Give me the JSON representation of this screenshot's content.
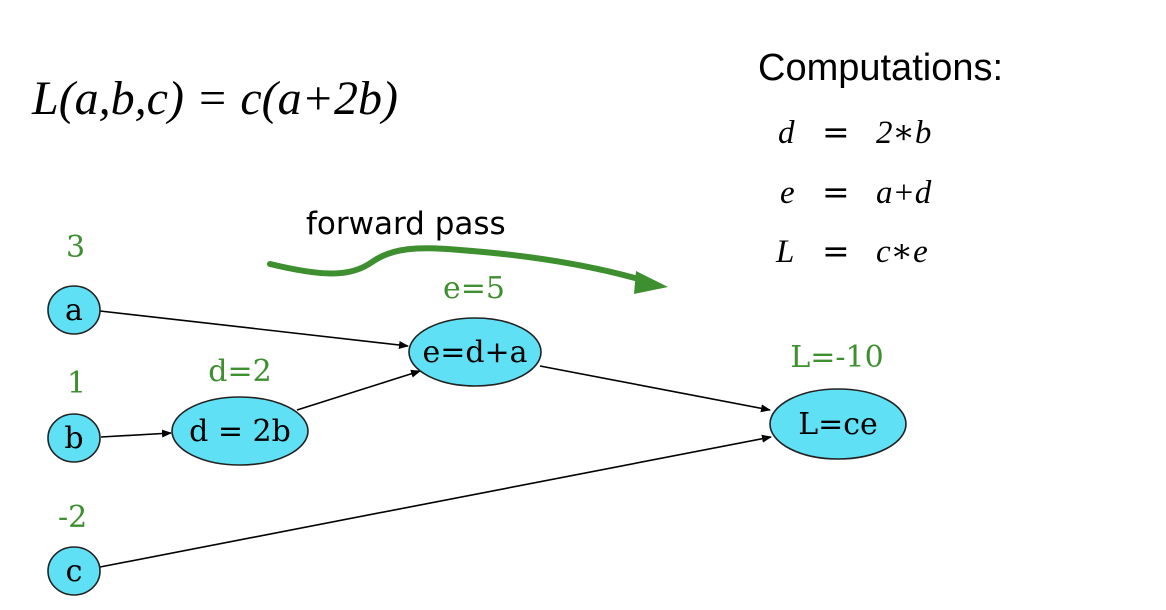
{
  "formula": {
    "text": "L(a,b,c) = c(a+2b)"
  },
  "computations": {
    "title": "Computations:",
    "rows": [
      {
        "lhs": "d",
        "eq": "=",
        "rhs": "2∗b"
      },
      {
        "lhs": "e",
        "eq": "=",
        "rhs": "a+d"
      },
      {
        "lhs": "L",
        "eq": "=",
        "rhs": "c∗e"
      }
    ]
  },
  "forward_pass": {
    "label": "forward pass"
  },
  "nodes": {
    "a": {
      "label": "a",
      "value": "3"
    },
    "b": {
      "label": "b",
      "value": "1"
    },
    "c": {
      "label": "c",
      "value": "-2"
    },
    "d": {
      "label": "d = 2b",
      "value": "d=2"
    },
    "e": {
      "label": "e=d+a",
      "value": "e=5"
    },
    "L": {
      "label": "L=ce",
      "value": "L=-10"
    }
  },
  "colors": {
    "node_fill": "#5fe0f5",
    "node_stroke": "#222222",
    "value_text": "#3d8f2f",
    "arrow_green": "#3d8f2f",
    "text": "#000000"
  }
}
